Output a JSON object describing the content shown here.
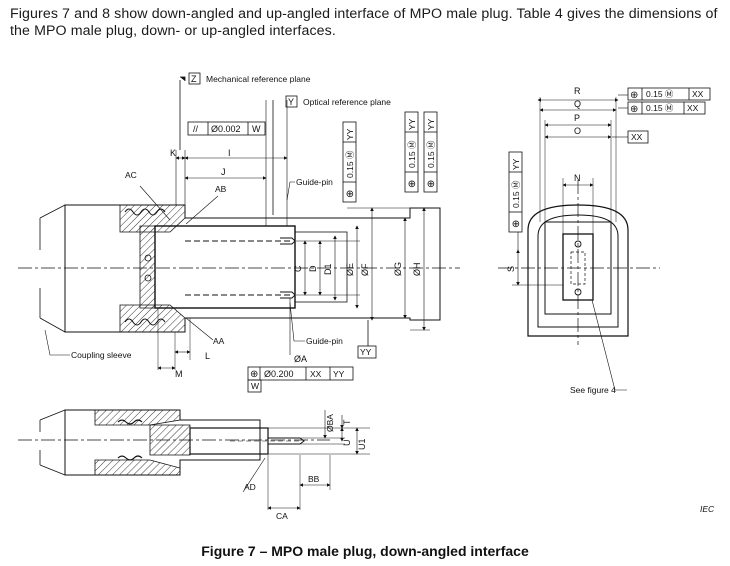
{
  "intro": "Figures 7 and 8 show down-angled and up-angled interface of MPO male plug. Table 4 gives the dimensions of the MPO male plug, down- or up-angled interfaces.",
  "caption": "Figure 7 – MPO male plug, down-angled interface",
  "iec_mark": "IEC",
  "refs": {
    "z_box": "Z",
    "z_text": "Mechanical reference plane",
    "y_box": "Y",
    "y_text": "Optical reference plane",
    "yy_box": "YY",
    "xx_box": "XX"
  },
  "tolerance": {
    "parallel_sym": "//",
    "parallel_val": "Ø0.002",
    "parallel_ref": "W",
    "pos_sym": "⊕",
    "pos_val_m": "0.15 Ⓜ",
    "pos_ref_yy": "YY",
    "pos_ref_xx": "XX",
    "bottom_val": "Ø0.200",
    "bottom_ref1": "XX",
    "bottom_ref2": "YY",
    "bottom_datum": "W"
  },
  "dims": {
    "K": "K",
    "I": "I",
    "J": "J",
    "AC": "AC",
    "AB": "AB",
    "AA": "AA",
    "L": "L",
    "M": "M",
    "A": "ØA",
    "C": "C",
    "D": "D",
    "D1": "D1",
    "E": "ØE",
    "F": "ØF",
    "G": "ØG",
    "H": "ØH",
    "R": "R",
    "Q": "Q",
    "P": "P",
    "O": "O",
    "N": "N",
    "S": "S",
    "BA": "ØBA",
    "T": "T",
    "U": "U",
    "U1": "U1",
    "BB": "BB",
    "AD": "AD",
    "CA": "CA"
  },
  "labels": {
    "guide_pin_top": "Guide-pin",
    "guide_pin_bottom": "Guide-pin",
    "coupling_sleeve": "Coupling sleeve",
    "see_figure": "See figure 4"
  }
}
